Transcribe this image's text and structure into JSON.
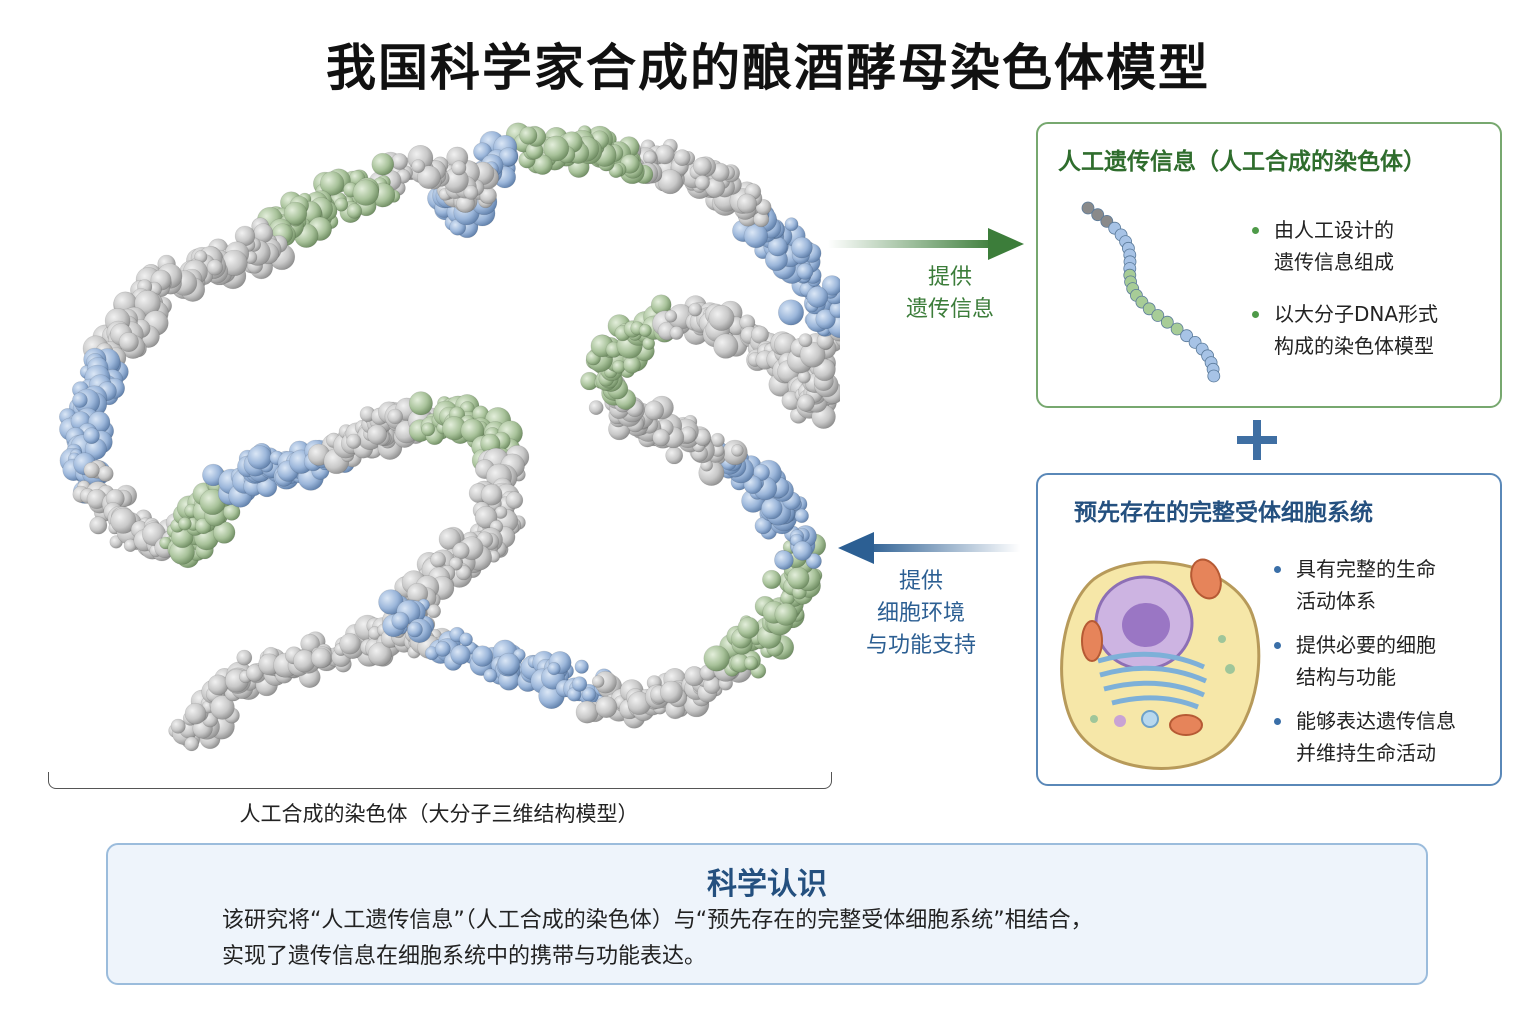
{
  "title": "我国科学家合成的酿酒酵母染色体模型",
  "model_caption": "人工合成的染色体（大分子三维结构模型）",
  "arrow_top": {
    "lines": [
      "提供",
      "遗传信息"
    ]
  },
  "arrow_bottom": {
    "lines": [
      "提供",
      "细胞环境",
      "与功能支持"
    ]
  },
  "panel_genetic": {
    "title": "人工遗传信息（人工合成的染色体）",
    "bullets": [
      [
        "由人工设计的",
        "遗传信息组成"
      ],
      [
        "以大分子DNA形式",
        "构成的染色体模型"
      ]
    ]
  },
  "panel_cell": {
    "title": "预先存在的完整受体细胞系统",
    "bullets": [
      [
        "具有完整的生命",
        "活动体系"
      ],
      [
        "提供必要的细胞",
        "结构与功能"
      ],
      [
        "能够表达遗传信息",
        "并维持生命活动"
      ]
    ]
  },
  "summary": {
    "title": "科学认识",
    "lines": [
      "该研究将“人工遗传信息”（人工合成的染色体）与“预先存在的完整受体细胞系统”相结合，",
      "实现了遗传信息在细胞系统中的携带与功能表达。"
    ]
  },
  "colors": {
    "grey_segment": "#c9c9c9",
    "blue_segment": "#9db8da",
    "green_segment": "#a9c39b",
    "green_accent": "#3c7d3a",
    "blue_accent": "#2c5f93"
  }
}
